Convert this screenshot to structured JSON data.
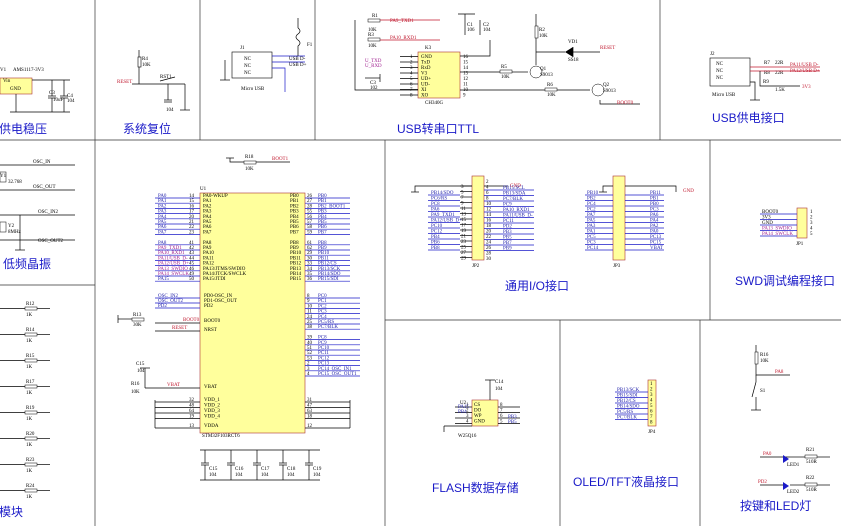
{
  "sections": {
    "power": "供电稳压",
    "reset": "系统复位",
    "usb_serial": "USB转串口TTL",
    "usb_power": "USB供电接口",
    "crystal": "低频晶振",
    "gpio": "通用I/O接口",
    "swd": "SWD调试编程接口",
    "module": "模块",
    "flash": "FLASH数据存储",
    "oled": "OLED/TFT液晶接口",
    "keys": "按键和LED灯"
  },
  "power": {
    "reg": "AMS1117-3V3",
    "vin": "Vin",
    "gnd": "GND",
    "c3": "C3",
    "c3v": "10uF",
    "c4": "C4",
    "c4v": "104",
    "v1": "V1"
  },
  "reset": {
    "r4": "R4",
    "r4v": "10K",
    "net": "RESET",
    "btn": "RST1",
    "cap": "104"
  },
  "usb1": {
    "ref": "J1",
    "name": "Micro USB",
    "nc": [
      "NC",
      "NC",
      "NC"
    ],
    "sig": [
      "USB D-",
      "USB D+"
    ],
    "f1": "F1"
  },
  "ch340": {
    "ref": "K3",
    "name": "CH340G",
    "r1": "R1",
    "r1v": "10K",
    "r3": "R3",
    "r3v": "10K",
    "txd": "PA9_TXD1",
    "rxd": "PA10_RXD1",
    "left_nets": [
      "U_TXD",
      "U_RXD",
      "C1"
    ],
    "pins_left": [
      "GND",
      "TxD",
      "RxD",
      "V3",
      "UD+",
      "UD-",
      "XI",
      "XO"
    ],
    "pins_num": [
      "1",
      "2",
      "3",
      "4",
      "5",
      "6",
      "7",
      "8"
    ],
    "pins_num_r": [
      "16",
      "15",
      "14",
      "13",
      "12",
      "11",
      "10",
      "9"
    ],
    "c1": "C1",
    "c1v": "106",
    "c2": "C2",
    "c2v": "104",
    "r2": "R2",
    "r2v": "10K",
    "r5": "R5",
    "r5v": "10K",
    "r6": "R6",
    "r6v": "10K",
    "q1": "Q1",
    "q1v": "S9013",
    "q2": "Q2",
    "q2v": "S9013",
    "vd1": "VD1",
    "vd1v": "SS18",
    "reset": "RESET",
    "boot": "BOOT0",
    "c102": "102",
    "c3ref": "C3"
  },
  "usb2": {
    "ref": "J2",
    "name": "Micro USB",
    "nc": [
      "NC",
      "NC",
      "NC"
    ],
    "r7": "R7",
    "r8": "R8",
    "r7v": "22R",
    "r8v": "22R",
    "dm": "PA11/USB D-",
    "dp": "PA12/USB D+",
    "r9": "R9",
    "r9v": "1.5K",
    "v3": "3V3"
  },
  "crystal": {
    "osc_in": "OSC_IN",
    "osc_out": "OSC_OUT",
    "x1": "Y1",
    "x1v": "32.768",
    "osc32_in": "OSC_IN2",
    "osc32_out": "OSC_OUT2",
    "y2": "Y2",
    "y2v": "8MHz",
    "c": "CN"
  },
  "mcu": {
    "ref": "U1",
    "name": "STM32F103RCT6",
    "r18": "R18",
    "r18v": "10K",
    "boot1": "BOOT1",
    "left_nets": [
      "PA0",
      "PA1",
      "PA2",
      "PA3",
      "PA4",
      "PA5",
      "PA6",
      "PA7",
      "",
      "PA8",
      "PA9_TXD1",
      "PA10_RXD1",
      "PA11/USB_D-",
      "PA12/USB_D+",
      "PA13_SWDIO",
      "PA14_SWCLK",
      "PA15"
    ],
    "left_pins": [
      "PA0-WKUP",
      "PA1",
      "PA2",
      "PA3",
      "PA4",
      "PA5",
      "PA6",
      "PA7",
      "",
      "PA8",
      "PA9",
      "PA10",
      "PA11",
      "PA12",
      "PA13/JTMS/SWDIO",
      "PA14/JTCK/SWCLK",
      "PA15/JTDI"
    ],
    "left_num": [
      "14",
      "15",
      "16",
      "17",
      "20",
      "21",
      "22",
      "23",
      "",
      "41",
      "42",
      "43",
      "44",
      "45",
      "46",
      "49",
      "50"
    ],
    "right_pins": [
      "PB0",
      "PB1",
      "PB2",
      "PB3",
      "PB4",
      "PB5",
      "PB6",
      "PB7",
      "",
      "PB8",
      "PB9",
      "PB10",
      "PB11",
      "PB12",
      "PB13",
      "PB14",
      "PB15"
    ],
    "right_num": [
      "26",
      "27",
      "28",
      "55",
      "56",
      "57",
      "58",
      "59",
      "",
      "61",
      "62",
      "29",
      "30",
      "33",
      "34",
      "35",
      "36"
    ],
    "right_nets": [
      "PB0",
      "PB1",
      "PB2_BOOT1",
      "PB3",
      "PB4",
      "PB5",
      "PB6",
      "PB7",
      "",
      "PB8",
      "PB9",
      "PB10",
      "PB11",
      "PB12/CS",
      "PB13/SCK",
      "PB14/SDO",
      "PB15/SDI"
    ],
    "osc_pins": [
      "PD0-OSC_IN",
      "PD1-OSC_OUT",
      "PD2"
    ],
    "osc_nets": [
      "OSC_IN2",
      "OSC_OUT2",
      "PD2"
    ],
    "boot0": "BOOT0",
    "nrst": "NRST",
    "reset": "RESET",
    "r13": "R13",
    "r13v": "30K",
    "pc_nets": [
      "PC0",
      "PC1",
      "PC2",
      "PC3",
      "PC4",
      "PC5/RS",
      "PC7/BLK",
      "",
      "PC8",
      "PC9",
      "PC10",
      "PC11",
      "PC12",
      "PC13",
      "PC14_OSC_IN1",
      "PC15_OSC_OUT1"
    ],
    "pc_num": [
      "8",
      "9",
      "10",
      "11",
      "24",
      "25",
      "38",
      "",
      "39",
      "40",
      "51",
      "52",
      "53",
      "2",
      "3",
      "4"
    ],
    "vbat": "VBAT",
    "vdd": [
      "VDD_1",
      "VDD_2",
      "VDD_3",
      "VDD_4",
      "VDDA"
    ],
    "vdd_num": [
      "32",
      "48",
      "64",
      "19",
      "13"
    ],
    "vss_num": [
      "31",
      "47",
      "63",
      "18",
      "12"
    ],
    "c15": "C15",
    "c15v": "104",
    "r16": "R16",
    "r16v": "10K",
    "caps": [
      "C15",
      "C16",
      "C17",
      "C18",
      "C19"
    ],
    "capv": "104"
  },
  "jp2": {
    "ref": "JP2",
    "gnd": "GND",
    "left": [
      "PB14/SDO",
      "PC6/RS",
      "PC8",
      "PA6",
      "PA9_TXD1",
      "PA12/USB_D+",
      "PC10",
      "PC12",
      "PB4",
      "PB6",
      "PB8"
    ],
    "right": [
      "PB15/SCL",
      "PB13/SDA",
      "PC7/BLK",
      "PC9",
      "PA10_RXD1",
      "PA11/USB_D-",
      "PC11",
      "PD2",
      "PB3",
      "PB5",
      "PB7",
      "PB9"
    ],
    "lnum": [
      "3",
      "5",
      "7",
      "9",
      "11",
      "13",
      "15",
      "17",
      "19",
      "21",
      "23",
      "25",
      "27",
      "29"
    ],
    "rnum": [
      "2",
      "4",
      "6",
      "8",
      "10",
      "12",
      "14",
      "16",
      "18",
      "20",
      "22",
      "24",
      "26",
      "28",
      "30"
    ]
  },
  "jp3": {
    "ref": "JP3",
    "gnd": "GND",
    "left": [
      "PB10",
      "PB2",
      "PC4",
      "PC2",
      "PA7",
      "PA5",
      "PA3",
      "PA1",
      "PC5",
      "PC3",
      "PC14"
    ],
    "right": [
      "PB11",
      "PB1",
      "PB0",
      "PC3",
      "PA6",
      "PA4",
      "PA2",
      "PA0",
      "PC13",
      "PC15",
      "VBAT"
    ]
  },
  "swd": {
    "ref": "JP1",
    "nets": [
      "BOOT0",
      "3V3",
      "GND",
      "PA13_SWDIO",
      "PA14_SWCLK"
    ],
    "nums": [
      "1",
      "2",
      "3",
      "4",
      "5"
    ]
  },
  "flash": {
    "ref": "U2",
    "name": "W25Q16",
    "pins": [
      "CS",
      "DO",
      "WP",
      "GND"
    ],
    "rpins": [
      "VCC",
      "HOLD",
      "CLK",
      "DI"
    ],
    "nets_l": [
      "PA15",
      "PB4"
    ],
    "nets_r": [
      "PB3",
      "PB5"
    ],
    "c14": "C14",
    "c14v": "104",
    "num_l": [
      "1",
      "2",
      "3",
      "4"
    ],
    "num_r": [
      "8",
      "7",
      "6",
      "5"
    ]
  },
  "oled": {
    "ref": "JP4",
    "nets": [
      "PB13/SCK",
      "PB15/SDI",
      "PB12/CS",
      "PB14/SDO",
      "PC5/RS",
      "PC7/BLK"
    ],
    "nums": [
      "1",
      "2",
      "3",
      "4",
      "5",
      "6",
      "7",
      "8"
    ]
  },
  "keys": {
    "r16": "R16",
    "r16v": "10K",
    "s1": "S1",
    "pa0": "PA0",
    "led1": "LED1",
    "led2": "LED2",
    "r21": "R21",
    "r22": "R22",
    "rv": "510R",
    "pa8": "PA8",
    "pd2": "PD2"
  },
  "module": {
    "refs": [
      "R12",
      "R14",
      "R15",
      "R17",
      "R19",
      "R20",
      "R23",
      "R24"
    ],
    "val": "1K"
  }
}
